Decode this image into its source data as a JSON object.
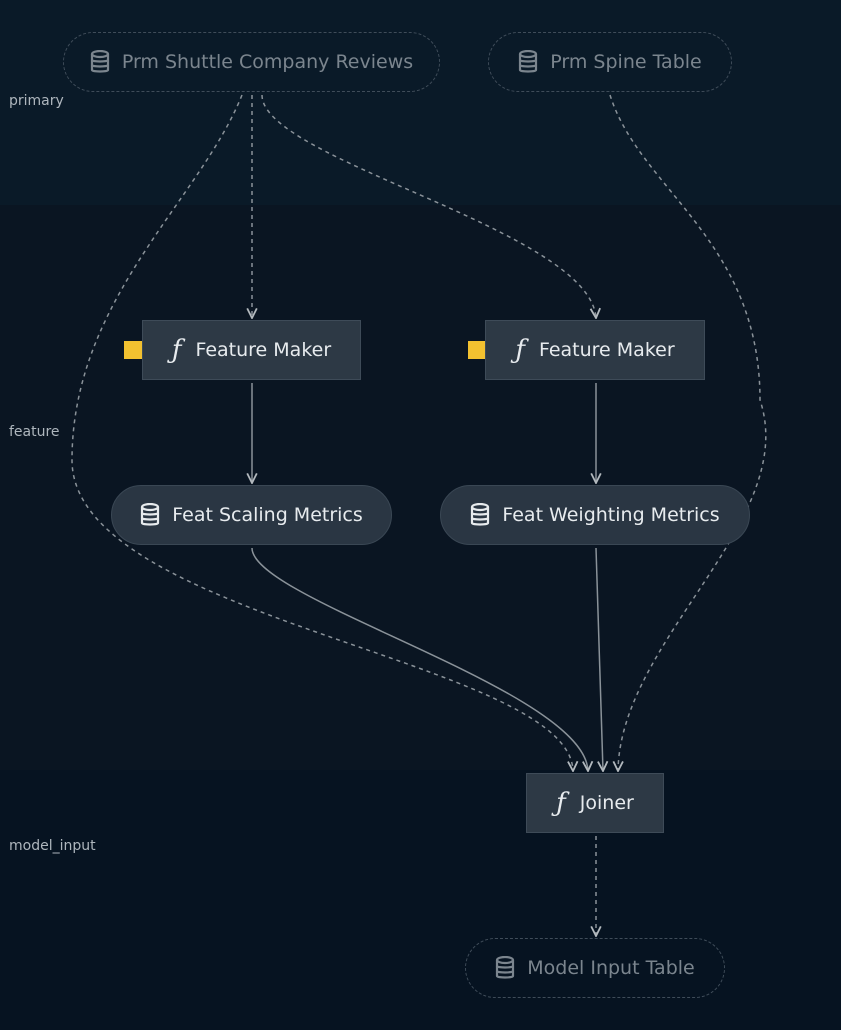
{
  "layers": {
    "primary": "primary",
    "feature": "feature",
    "model_input": "model_input"
  },
  "nodes": {
    "prm_shuttle_company_reviews": "Prm Shuttle Company Reviews",
    "prm_spine_table": "Prm Spine Table",
    "feature_maker_1": "Feature Maker",
    "feature_maker_2": "Feature Maker",
    "feat_scaling_metrics": "Feat Scaling Metrics",
    "feat_weighting_metrics": "Feat Weighting Metrics",
    "joiner": "Joiner",
    "model_input_table": "Model Input Table"
  },
  "icons": {
    "dataset": "database-icon",
    "task": "function-icon"
  },
  "colors": {
    "background": "#061321",
    "node_fill": "#2a3643",
    "edge": "#8c949b",
    "modular_pipeline_marker": "#f2c130"
  }
}
